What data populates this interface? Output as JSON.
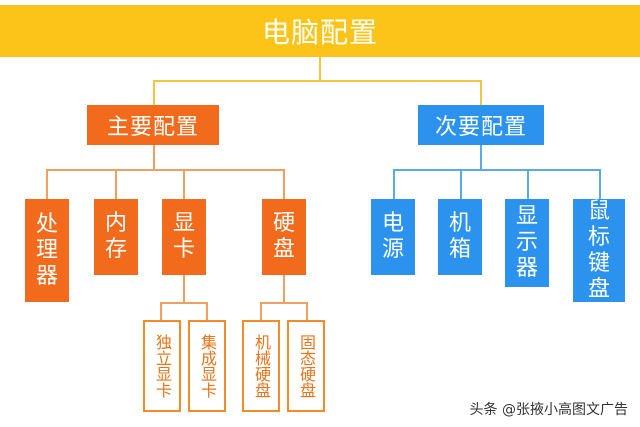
{
  "root": "电脑配置",
  "main": {
    "label": "主要配置",
    "children": [
      "处理器",
      "内存",
      "显卡",
      "硬盘"
    ],
    "gpu_children": [
      "独立显卡",
      "集成显卡"
    ],
    "disk_children": [
      "机械硬盘",
      "固态硬盘"
    ]
  },
  "sub": {
    "label": "次要配置",
    "children": [
      "电源",
      "机箱",
      "显示器",
      "鼠标键盘"
    ]
  },
  "watermark": "头条 @张掖小高图文广告",
  "colors": {
    "root": "#fcc419",
    "main": "#f26a1b",
    "sub": "#2b93ee",
    "leaf_border": "#f28c28"
  }
}
